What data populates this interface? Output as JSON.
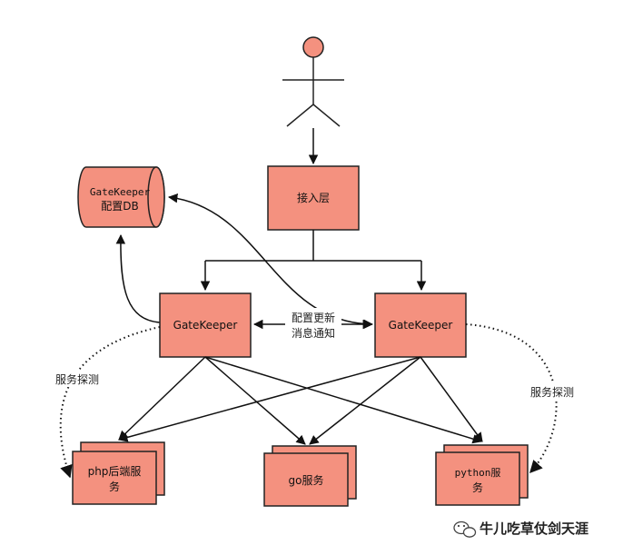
{
  "colors": {
    "node_fill": "#f4917f",
    "node_stroke": "#222222",
    "edge": "#111111"
  },
  "nodes": {
    "user": {
      "icon": "person-icon"
    },
    "access_layer": {
      "label": "接入层"
    },
    "config_db": {
      "line1": "GateKeeper",
      "line2": "配置DB"
    },
    "gatekeeper_left": {
      "label": "GateKeeper"
    },
    "gatekeeper_right": {
      "label": "GateKeeper"
    },
    "php_service": {
      "line1": "php后端服",
      "line2": "务"
    },
    "go_service": {
      "label": "go服务"
    },
    "python_service": {
      "line1": "python服",
      "line2": "务"
    }
  },
  "edges": {
    "config_notify": {
      "line1": "配置更新",
      "line2": "消息通知"
    },
    "probe_left": {
      "label": "服务探测"
    },
    "probe_right": {
      "label": "服务探测"
    }
  },
  "watermark": {
    "icon": "wechat-icon",
    "text": "牛儿吃草仗剑天涯"
  }
}
